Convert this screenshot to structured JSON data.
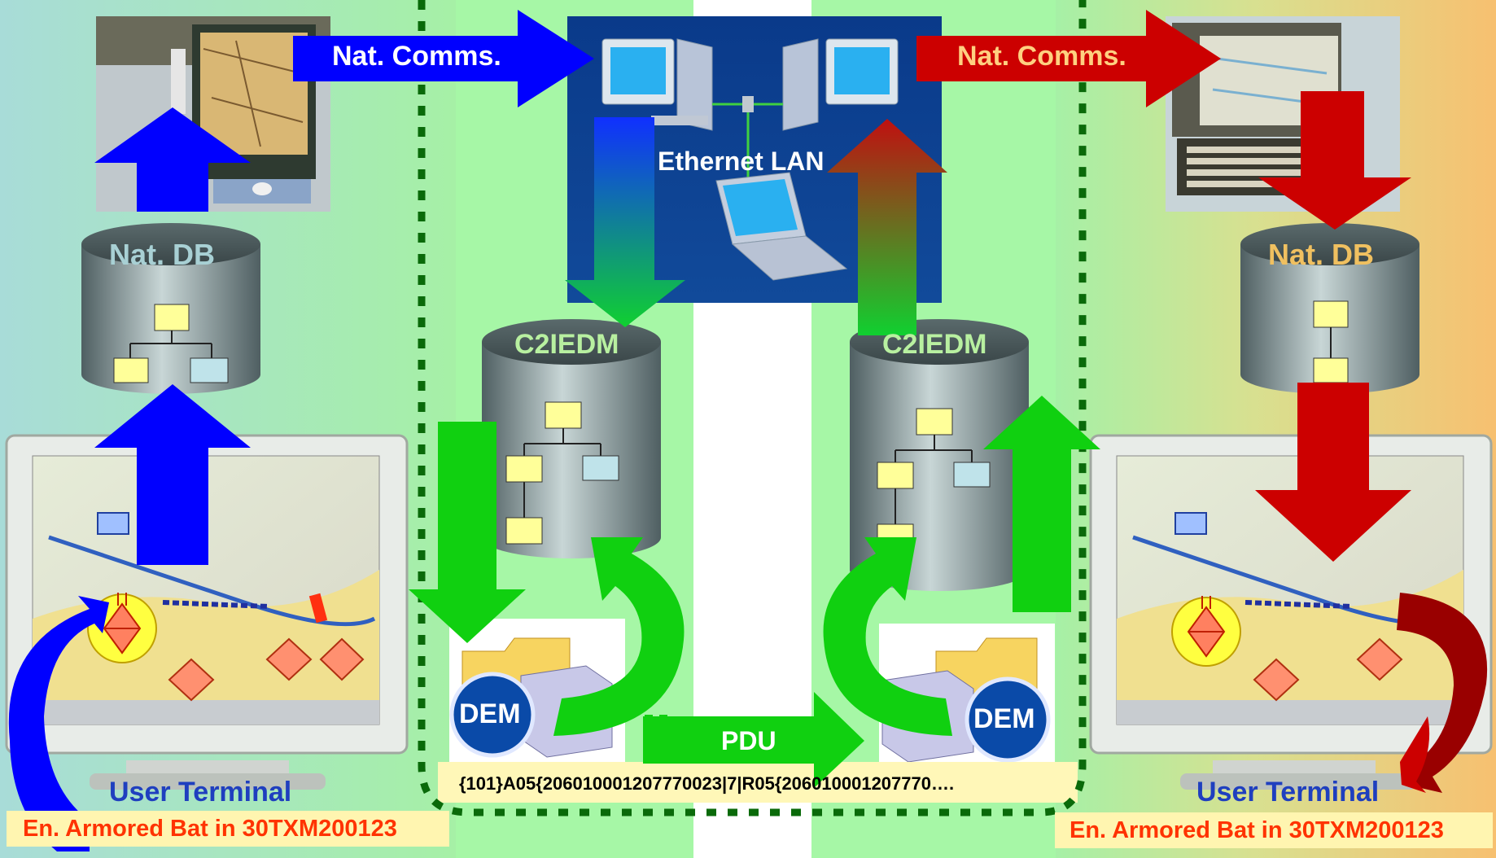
{
  "left": {
    "comms_label": "Nat. Comms.",
    "db_label": "Nat. DB",
    "terminal_label": "User Terminal",
    "report_text": "En. Armored Bat in 30TXM200123"
  },
  "right": {
    "comms_label": "Nat. Comms.",
    "db_label": "Nat. DB",
    "terminal_label": "User Terminal",
    "report_text": "En. Armored Bat in 30TXM200123"
  },
  "center": {
    "network_label": "Ethernet LAN",
    "c2iedm_left": "C2IEDM",
    "c2iedm_right": "C2IEDM",
    "dem_left": "DEM",
    "dem_right": "DEM",
    "pdu_label": "PDU",
    "pdu_message": "{101}A05{206010001207770023|7|R05{206010001207770…."
  },
  "colors": {
    "left_bg_start": "#a8dcd8",
    "left_bg_end": "#a6f0a6",
    "right_bg_start": "#a6f0a6",
    "right_bg_end": "#f7c070",
    "blue_arrow": "#0000ff",
    "red_arrow": "#cc0000",
    "green_arrow": "#00cc00",
    "report_bg": "#fff5b0",
    "report_text": "#ff3300",
    "terminal_text": "#1f3fbf"
  }
}
